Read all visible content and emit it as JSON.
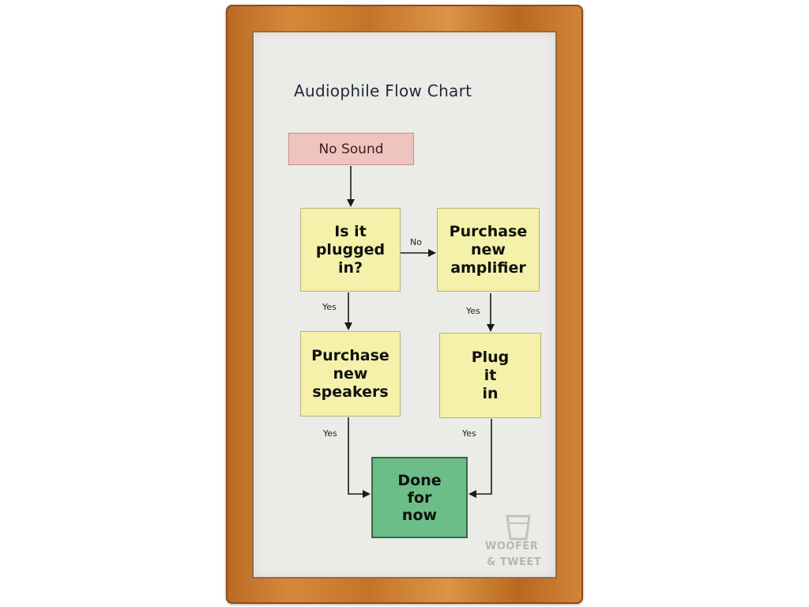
{
  "title": "Audiophile Flow Chart",
  "nodes": {
    "start": "No Sound",
    "plugged_question": "Is it\nplugged\nin?",
    "amplifier": "Purchase\nnew\namplifier",
    "speakers": "Purchase\nnew\nspeakers",
    "plug_in": "Plug\nit\nin",
    "done": "Done\nfor\nnow"
  },
  "edge_labels": {
    "no": "No",
    "yes_1": "Yes",
    "yes_2": "Yes",
    "yes_3": "Yes",
    "yes_4": "Yes"
  },
  "logo": {
    "line1": "WOOFER",
    "line2": "& TWEET"
  },
  "colors": {
    "start_fill": "#f0c4be",
    "process_fill": "#f5f1aa",
    "done_fill": "#6cbd87",
    "frame": "#c47428"
  }
}
